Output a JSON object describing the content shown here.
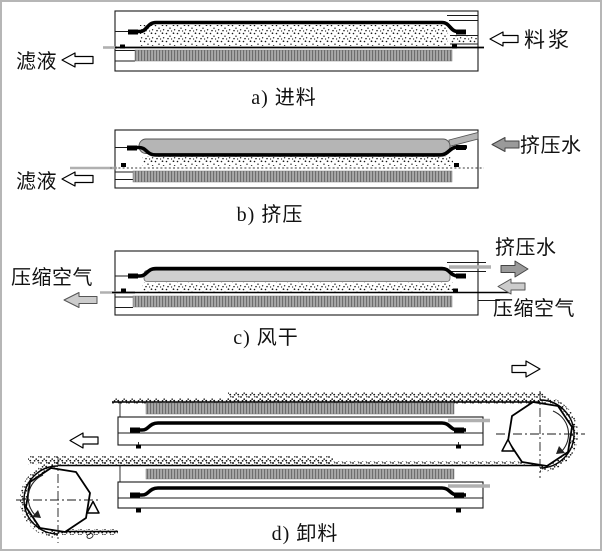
{
  "figure": {
    "panels": [
      {
        "id": "a",
        "caption": "a) 进料",
        "labels": {
          "left": "滤液",
          "right": "料浆"
        },
        "arrows": [
          {
            "icon": "filtrate-out-arrow",
            "direction": "left",
            "style": "outline-white"
          },
          {
            "icon": "slurry-in-arrow",
            "direction": "left",
            "style": "outline-white"
          }
        ]
      },
      {
        "id": "b",
        "caption": "b) 挤压",
        "labels": {
          "left": "滤液",
          "right": "挤压水"
        },
        "arrows": [
          {
            "icon": "filtrate-out-arrow",
            "direction": "left",
            "style": "outline-white"
          },
          {
            "icon": "squeeze-water-in-arrow",
            "direction": "left",
            "style": "filled-gray"
          }
        ]
      },
      {
        "id": "c",
        "caption": "c) 风干",
        "labels": {
          "left": "压缩空气",
          "right_top": "挤压水",
          "right_bottom": "压缩空气"
        },
        "arrows": [
          {
            "icon": "compressed-air-out-arrow",
            "direction": "left",
            "style": "filled-light-gray"
          },
          {
            "icon": "squeeze-water-out-arrow",
            "direction": "right",
            "style": "filled-gray"
          },
          {
            "icon": "compressed-air-in-arrow",
            "direction": "left",
            "style": "filled-light-gray"
          }
        ]
      },
      {
        "id": "d",
        "caption": "d) 卸料",
        "arrows": [
          {
            "icon": "belt-direction-right-arrow",
            "direction": "right",
            "style": "outline-white"
          },
          {
            "icon": "belt-direction-left-arrow",
            "direction": "left",
            "style": "outline-white"
          }
        ]
      }
    ],
    "colors": {
      "line": "#000000",
      "bladder_gray": "#b5b5b5",
      "bladder_deflated": "#cfcfcf",
      "hatch_gray": "#a8a8a8",
      "hatch_stripe": "#6d6d6d",
      "arrow_gray": "#9a9a9a",
      "arrow_light_gray": "#cccccc",
      "border": "#b6b6b6",
      "text": "#111111"
    }
  }
}
